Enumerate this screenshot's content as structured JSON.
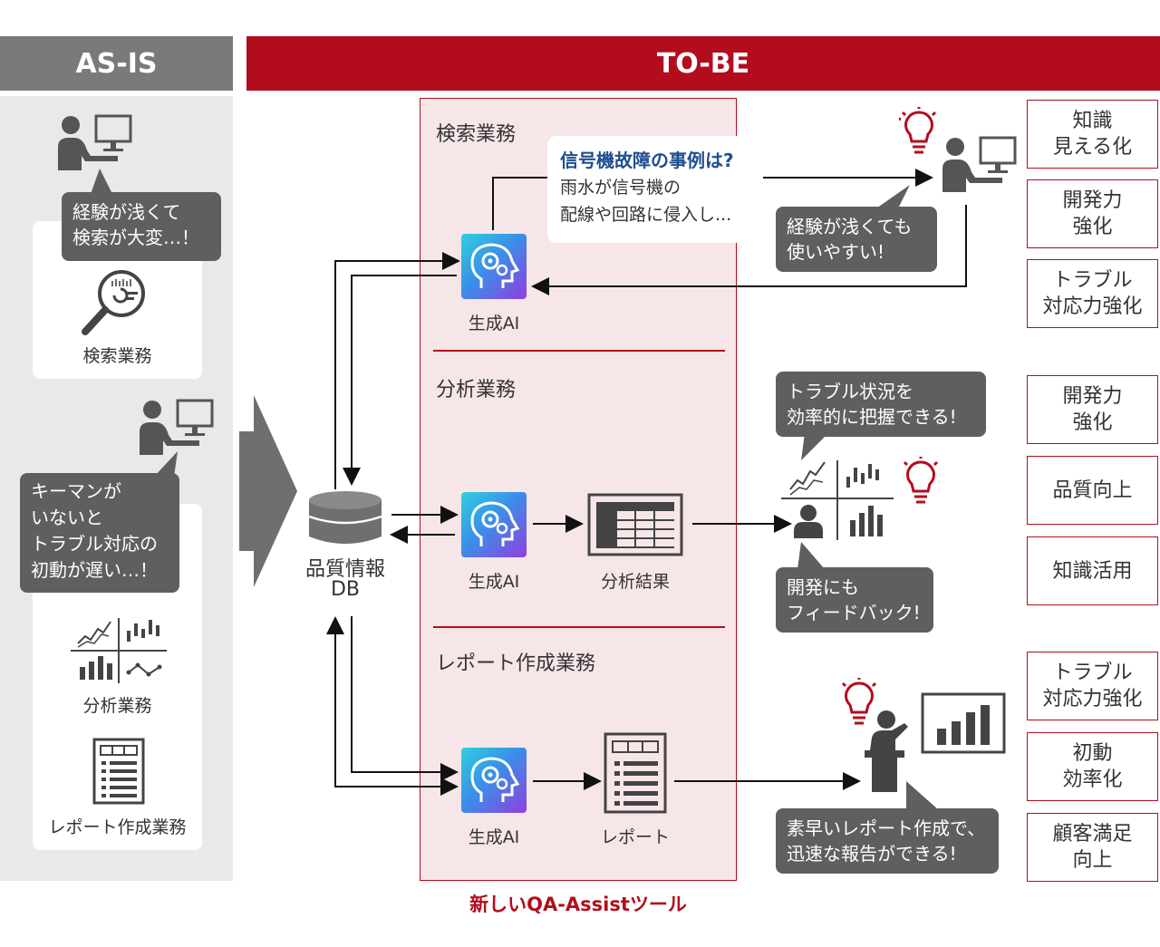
{
  "header": {
    "as_is": "AS-IS",
    "to_be": "TO-BE"
  },
  "colors": {
    "red": "#b30d1d",
    "gray_dark": "#5f5f5f",
    "gray_header": "#7a7a7a",
    "gray_panel": "#e9e9e9"
  },
  "as_is": {
    "bubble1": [
      "経験が浅くて",
      "検索が大変…！"
    ],
    "search_label": "検索業務",
    "bubble2": [
      "キーマンが",
      "いないと",
      "トラブル対応の",
      "初動が遅い…！"
    ],
    "analysis_label": "分析業務",
    "report_label": "レポート作成業務"
  },
  "db": {
    "line1": "品質情報",
    "line2": "DB"
  },
  "tool": {
    "footer": "新しいQA-Assistツール",
    "search_title": "検索業務",
    "analysis_title": "分析業務",
    "report_title": "レポート作成業務",
    "ai_label": "生成AI",
    "query_question": "信号機故障の事例は?",
    "query_answer": [
      "雨水が信号機の",
      "配線や回路に侵入し..."
    ],
    "analysis_result": "分析結果",
    "report_doc": "レポート"
  },
  "right": {
    "bubble_search": [
      "経験が浅くても",
      "使いやすい!"
    ],
    "bubble_trouble": [
      "トラブル状況を",
      "効率的に把握できる!"
    ],
    "bubble_feedback": [
      "開発にも",
      "フィードバック!"
    ],
    "bubble_report": [
      "素早いレポート作成で、",
      "迅速な報告ができる!"
    ]
  },
  "effects": [
    "知識\n見える化",
    "開発力\n強化",
    "トラブル\n対応力強化",
    "開発力\n強化",
    "品質向上",
    "知識活用",
    "トラブル\n対応力強化",
    "初動\n効率化",
    "顧客満足\n向上"
  ]
}
